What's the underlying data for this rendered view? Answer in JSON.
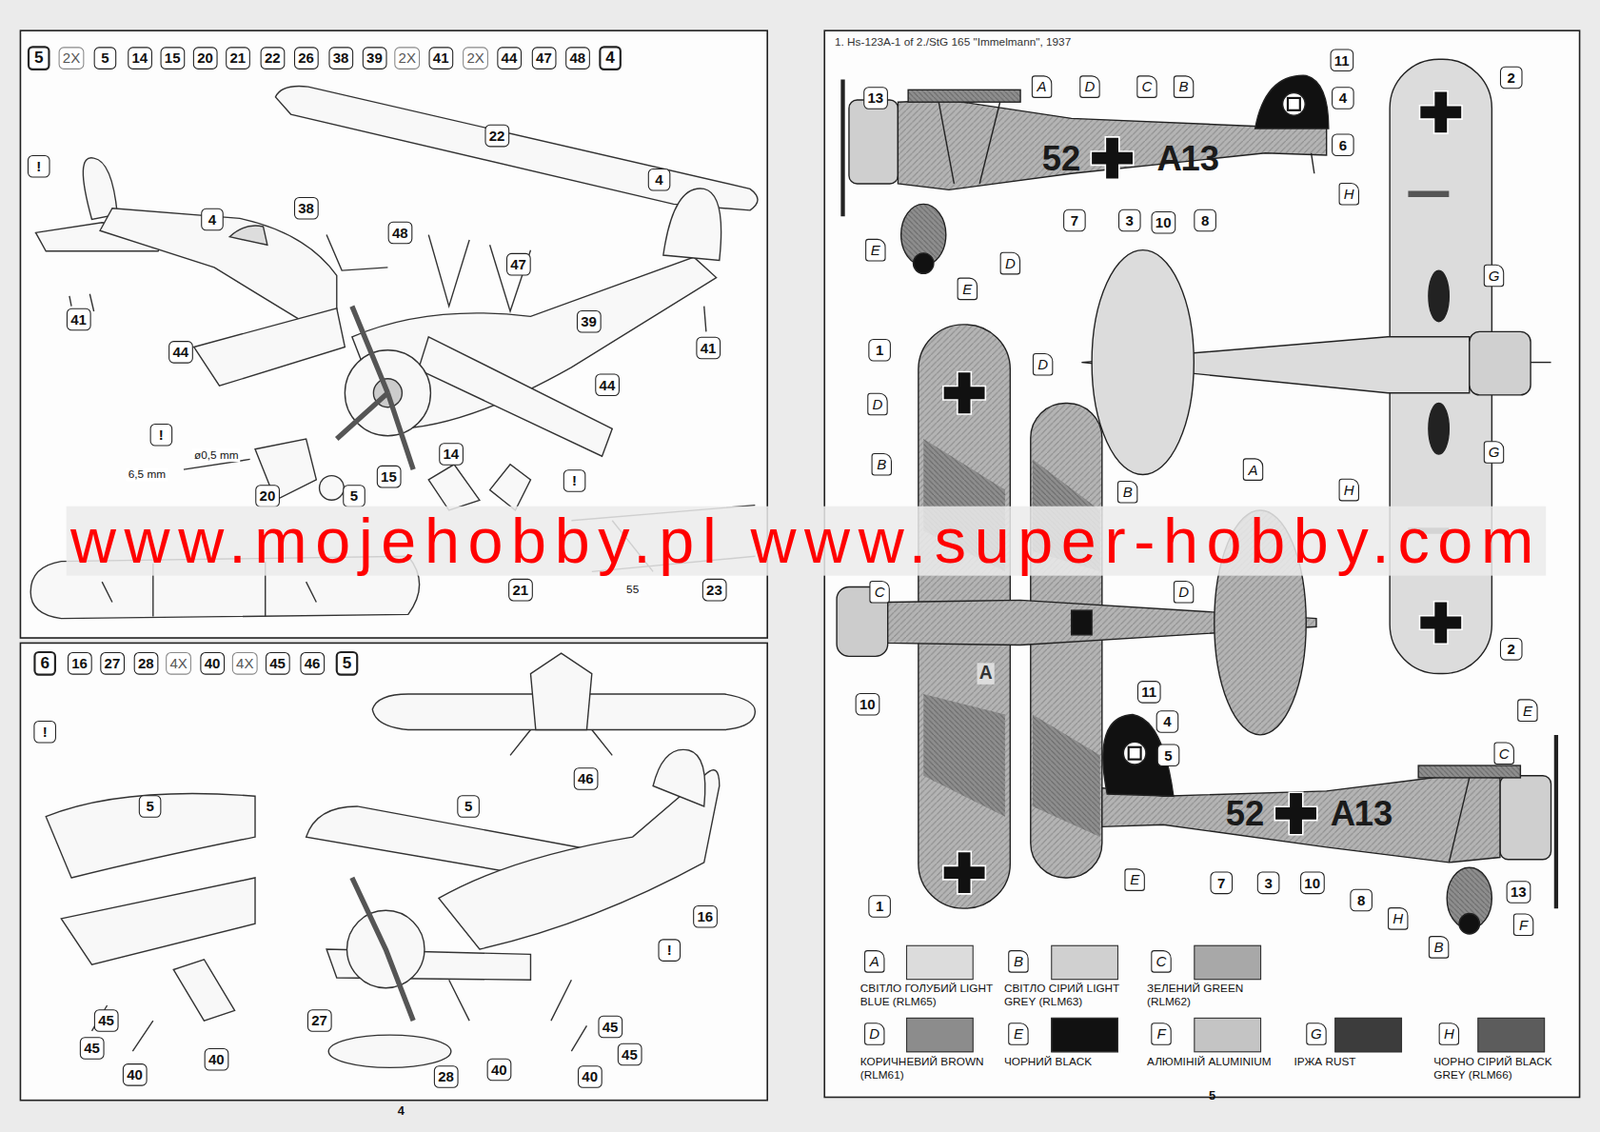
{
  "diagram": {
    "title": "1. Hs-123A-1 of 2./StG 165 \"Immelmann\", 1937",
    "labels": [
      "5",
      "2X",
      "5",
      "14",
      "15",
      "20",
      "21",
      "22",
      "26",
      "38",
      "39",
      "2X",
      "41",
      "2X",
      "44",
      "47",
      "48",
      "4",
      "!",
      "4",
      "22",
      "4",
      "38",
      "48",
      "47",
      "41",
      "44",
      "39",
      "41",
      "44",
      "!",
      "ø0,5 mm",
      "6,5 mm",
      "14",
      "15",
      "!",
      "20",
      "5",
      "21",
      "55",
      "23",
      "6",
      "16",
      "27",
      "28",
      "4X",
      "40",
      "4X",
      "45",
      "46",
      "5",
      "!",
      "5",
      "5",
      "46",
      "16",
      "!",
      "45",
      "45",
      "40",
      "40",
      "27",
      "28",
      "40",
      "45",
      "45",
      "40",
      "4",
      "5",
      "www.mojehobby.pl www.super-hobby.com",
      "13",
      "A",
      "D",
      "C",
      "B",
      "11",
      "4",
      "6",
      "52",
      "A",
      "13",
      "7",
      "3",
      "10",
      "8",
      "E",
      "D",
      "E",
      "1",
      "D",
      "B",
      "C",
      "D",
      "B",
      "D",
      "A",
      "H",
      "G",
      "G",
      "H",
      "2",
      "2",
      "10",
      "A",
      "1",
      "11",
      "4",
      "5",
      "52",
      "A",
      "13",
      "7",
      "3",
      "10",
      "8",
      "E",
      "H",
      "B",
      "C",
      "E",
      "13",
      "F",
      "A",
      "B",
      "C",
      "D",
      "E",
      "F",
      "G",
      "H"
    ],
    "legend": [
      {
        "text": "СВІТЛО ГОЛУБИЙ LIGHT BLUE (RLM65)",
        "color": "#dcdcdc"
      },
      {
        "text": "СВІТЛО СІРИЙ LIGHT GREY (RLM63)",
        "color": "#d0d0d0"
      },
      {
        "text": "ЗЕЛЕНИЙ GREEN (RLM62)",
        "color": "#a8a8a8"
      },
      {
        "text": "КОРИЧНЕВИЙ BROWN (RLM61)",
        "color": "#8c8c8c"
      },
      {
        "text": "ЧОРНИЙ BLACK",
        "color": "#111111"
      },
      {
        "text": "АЛЮМІНІЙ ALUMINIUM",
        "color": "#c4c4c4"
      },
      {
        "text": "ІРЖА RUST",
        "color": "#3c3c3c"
      },
      {
        "text": "ЧОРНО СІРИЙ BLACK GREY (RLM66)",
        "color": "#5c5c5c"
      }
    ]
  }
}
